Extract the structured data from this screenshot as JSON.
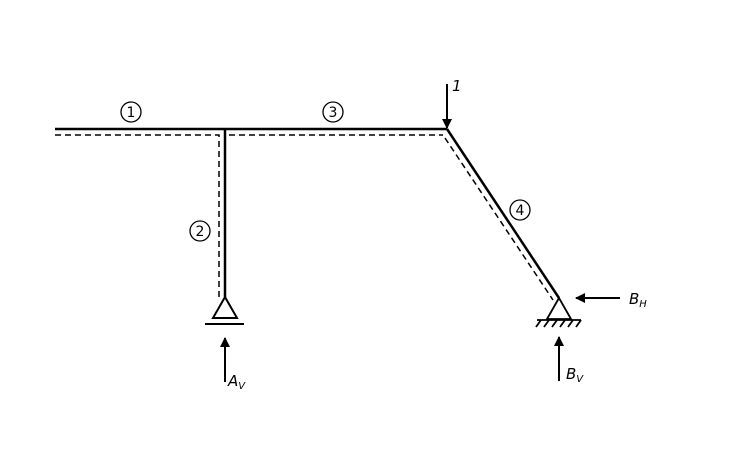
{
  "members": [
    {
      "id": "member-1",
      "label": "1"
    },
    {
      "id": "member-2",
      "label": "2"
    },
    {
      "id": "member-3",
      "label": "3"
    },
    {
      "id": "member-4",
      "label": "4"
    }
  ],
  "load": {
    "label": "1"
  },
  "reactions": {
    "av": {
      "main": "A",
      "sub": "V"
    },
    "bv": {
      "main": "B",
      "sub": "V"
    },
    "bh": {
      "main": "B",
      "sub": "H"
    }
  }
}
